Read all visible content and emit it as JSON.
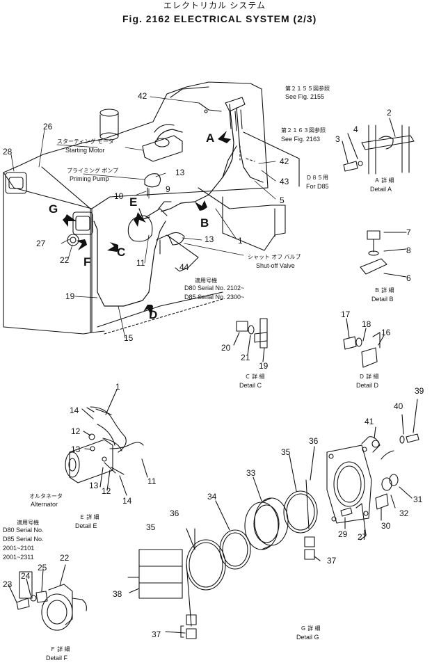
{
  "header": {
    "title_jp": "エレクトリカル システム",
    "title_en": "Fig. 2162  ELECTRICAL  SYSTEM  (2/3)"
  },
  "notes": {
    "see2155_jp": "第２１５５図参照",
    "see2155_en": "See Fig. 2155",
    "see2163_jp": "第２１６３図参照",
    "see2163_en": "See Fig. 2163",
    "starting_motor_jp": "スターティング モータ",
    "starting_motor_en": "Starting Motor",
    "priming_pump_jp": "プライミング ポンプ",
    "priming_pump_en": "Priming Pump",
    "for_d85_jp": "Ｄ８５用",
    "for_d85_en": "For D85",
    "shutoff_jp": "シャット オフ バルブ",
    "shutoff_en": "Shut-off Valve",
    "serial_jp": "適用号機",
    "serial_d80": "D80 Serial No. 2102~",
    "serial_d85": "D85 Serial No. 2300~",
    "alternator_jp": "オルタネータ",
    "alternator_en": "Alternator",
    "serial2_jp": "適用号機",
    "serial2_d80": "D80 Serial No.",
    "serial2_d85": "D85 Serial No.",
    "serial2_r1": "2001~2101",
    "serial2_r2": "2001~2311"
  },
  "details": {
    "a_jp": "Ａ 詳 細",
    "a_en": "Detail A",
    "b_jp": "Ｂ 詳 細",
    "b_en": "Detail B",
    "c_jp": "Ｃ 詳 細",
    "c_en": "Detail C",
    "d_jp": "Ｄ 詳 細",
    "d_en": "Detail D",
    "e_jp": "Ｅ 詳 細",
    "e_en": "Detail E",
    "f_jp": "Ｆ 詳 細",
    "f_en": "Detail F",
    "g_jp": "Ｇ 詳 細",
    "g_en": "Detail G"
  },
  "letters": {
    "a": "A",
    "b": "B",
    "c": "C",
    "d": "D",
    "e": "E",
    "f": "F",
    "g": "G"
  },
  "callouts": {
    "c42a": "42",
    "c26": "26",
    "c28": "28",
    "c13a": "13",
    "c10": "10",
    "c9": "9",
    "c27a": "27",
    "c22a": "22",
    "c11a": "11",
    "c13b": "13",
    "c44": "44",
    "c1a": "1",
    "c42b": "42",
    "c43": "43",
    "c5": "5",
    "c19a": "19",
    "c15": "15",
    "c2": "2",
    "c4": "4",
    "c3": "3",
    "c7": "7",
    "c8": "8",
    "c6": "6",
    "c17": "17",
    "c18": "18",
    "c16": "16",
    "c20": "20",
    "c21": "21",
    "c19b": "19",
    "c1b": "1",
    "c14a": "14",
    "c12a": "12",
    "c13c": "13",
    "c13d": "13",
    "c12b": "12",
    "c14b": "14",
    "c11b": "11",
    "c24": "24",
    "c25": "25",
    "c23": "23",
    "c22b": "22",
    "c36a": "36",
    "c35a": "35",
    "c34": "34",
    "c33": "33",
    "c35b": "35",
    "c36b": "36",
    "c41": "41",
    "c40": "40",
    "c39": "39",
    "c31": "31",
    "c32": "32",
    "c30": "30",
    "c29": "29",
    "c27b": "27",
    "c37a": "37",
    "c38": "38",
    "c37b": "37"
  }
}
